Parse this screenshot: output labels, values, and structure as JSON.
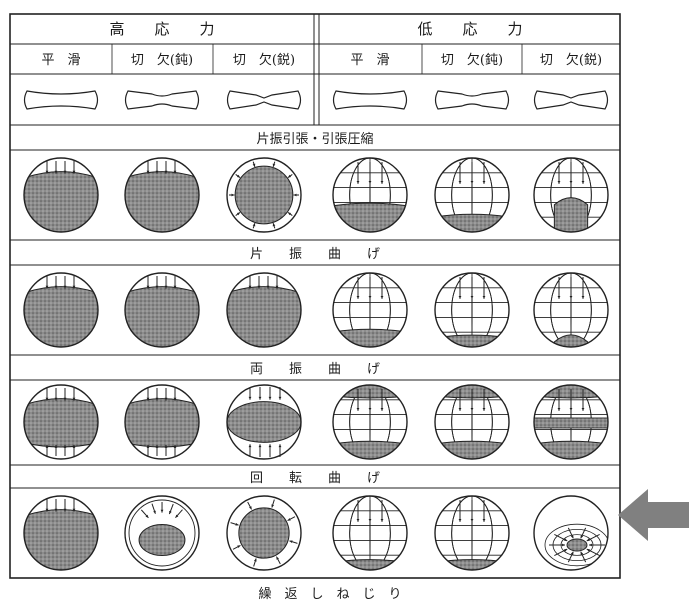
{
  "header": {
    "high_stress": "高　　応　　力",
    "low_stress": "低　　応　　力"
  },
  "columns": [
    "平　滑",
    "切　欠(鈍)",
    "切　欠(鋭)",
    "平　滑",
    "切　欠(鈍)",
    "切　欠(鋭)"
  ],
  "sections": [
    "片振引張・引張圧縮",
    "片　　振　　曲　　げ",
    "両　　振　　曲　　げ",
    "回　　転　　曲　　げ",
    "繰　返　し　ね　じ　り"
  ],
  "pointer_arrow": {
    "color": "#808080"
  }
}
